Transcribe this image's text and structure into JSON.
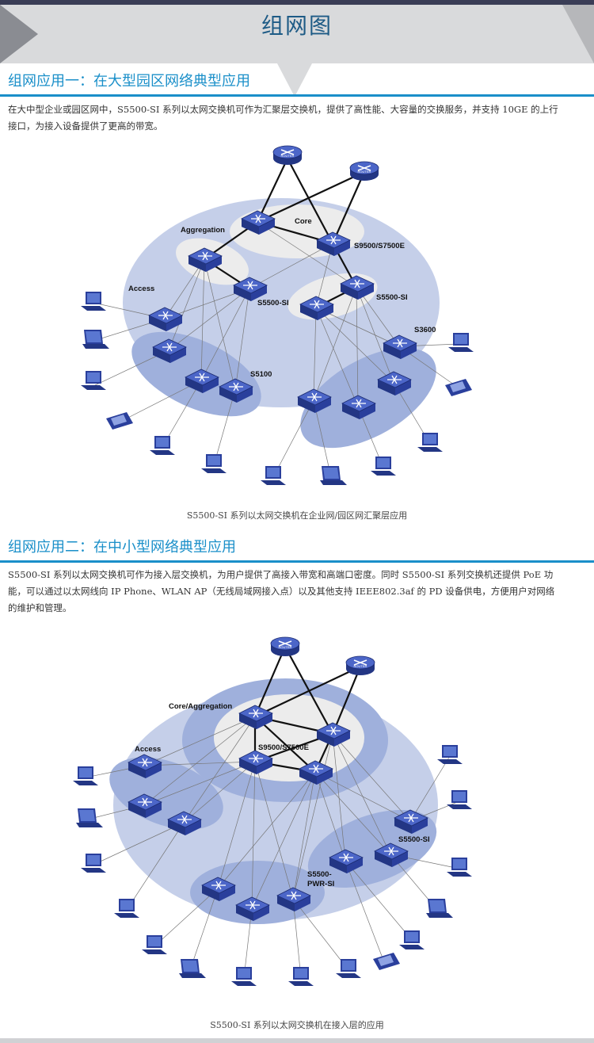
{
  "banner": {
    "title": "组网图"
  },
  "section1": {
    "title": "组网应用一：在大型园区网络典型应用",
    "description": "在大中型企业或园区网中，S5500-SI 系列以太网交换机可作为汇聚层交换机，提供了高性能、大容量的交换服务，并支持 10GE 的上行接口，为接入设备提供了更高的带宽。",
    "diagram_labels": {
      "core": "Core",
      "aggregation": "Aggregation",
      "access": "Access",
      "s9500": "S9500/S7500E",
      "s5500_left": "S5500-SI",
      "s5500_right": "S5500-SI",
      "s3600": "S3600",
      "s5100": "S5100",
      "router": "ROUTER"
    },
    "caption": "S5500-SI 系列以太网交换机在企业网/园区网汇聚层应用"
  },
  "section2": {
    "title": "组网应用二：在中小型网络典型应用",
    "description": "S5500-SI 系列以太网交换机可作为接入层交换机，为用户提供了高接入带宽和高端口密度。同时 S5500-SI 系列交换机还提供 PoE 功能，可以通过以太网线向 IP Phone、WLAN AP（无线局域网接入点）以及其他支持 IEEE802.3af 的 PD 设备供电，方便用户对网络的维护和管理。",
    "diagram_labels": {
      "core_aggregation": "Core/Aggregation",
      "access": "Access",
      "s9500": "S9500/S7500E",
      "s5500": "S5500-SI",
      "s5500pwr_line1": "S5500-",
      "s5500pwr_line2": "PWR-SI",
      "router": "ROUTER"
    },
    "caption": "S5500-SI 系列以太网交换机在接入层的应用"
  },
  "colors": {
    "header_bar": "#3a3d56",
    "title_blue": "#1a8fc9",
    "banner_title": "#1e5b86",
    "device_blue": "#2a3f9c"
  }
}
